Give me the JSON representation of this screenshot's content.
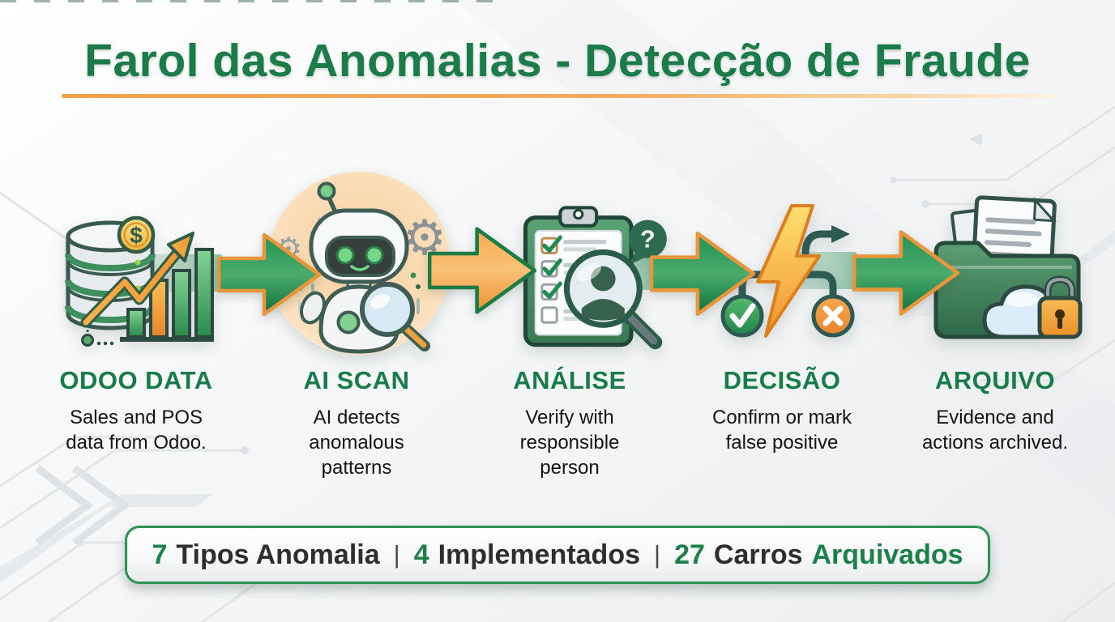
{
  "title": "Farol das Anomalias - Detecção de Fraude",
  "steps": [
    {
      "label": "ODOO DATA",
      "description": "Sales and POS data from Odoo.",
      "icon": "database-chart-icon"
    },
    {
      "label": "AI SCAN",
      "description": "AI detects anomalous patterns",
      "icon": "ai-robot-scan-icon"
    },
    {
      "label": "ANÁLISE",
      "description": "Verify with responsible person",
      "icon": "clipboard-review-icon"
    },
    {
      "label": "DECISÃO",
      "description": "Confirm or mark false positive",
      "icon": "decision-bolt-icon"
    },
    {
      "label": "ARQUIVO",
      "description": "Evidence and actions archived.",
      "icon": "archive-folder-lock-icon"
    }
  ],
  "flow": {
    "arrow_icon": "arrow-right-icon",
    "arrow_count": 4
  },
  "stats": {
    "separator": "|",
    "items": [
      {
        "value": "7",
        "label": "Tipos Anomalia",
        "suffix": ""
      },
      {
        "value": "4",
        "label": "Implementados",
        "suffix": ""
      },
      {
        "value": "27",
        "label": "Carros",
        "suffix": "Arquivados"
      }
    ]
  },
  "colors": {
    "title_green": "#1b7c49",
    "label_green": "#177c49",
    "stat_green": "#1c8049",
    "arrow_green": "#1f8f4f",
    "arrow_orange": "#f0a34b",
    "underline_orange": "#efa14a",
    "bar_border_green": "#2d9153",
    "text_dark": "#141414"
  }
}
